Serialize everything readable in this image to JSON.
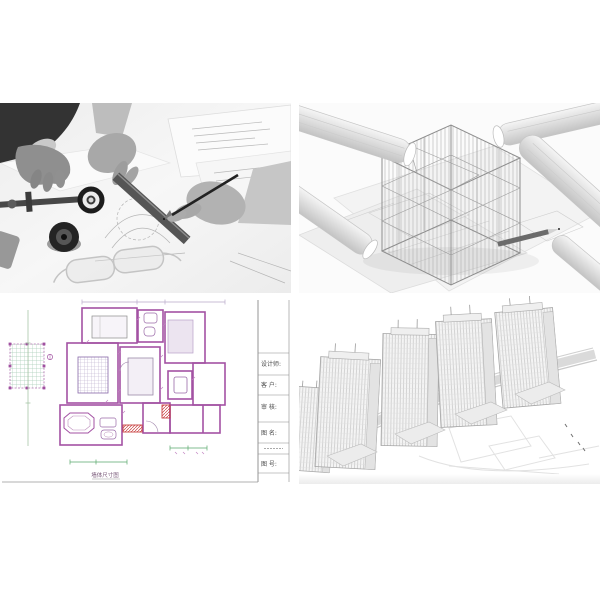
{
  "cad": {
    "title_block": {
      "rows": [
        "设计师:",
        "客 户:",
        "审 核:",
        "图 名:",
        "图 号:"
      ]
    },
    "caption": "墙体尺寸图"
  },
  "colors": {
    "cad_wall": "#a352a3",
    "cad_red": "#c94040",
    "cad_dimension_green": "#58a86b",
    "cad_hatch_green": "#a9cdb6",
    "title_text": "#4a4a4a",
    "photo_dark": "#2e2e2e"
  }
}
